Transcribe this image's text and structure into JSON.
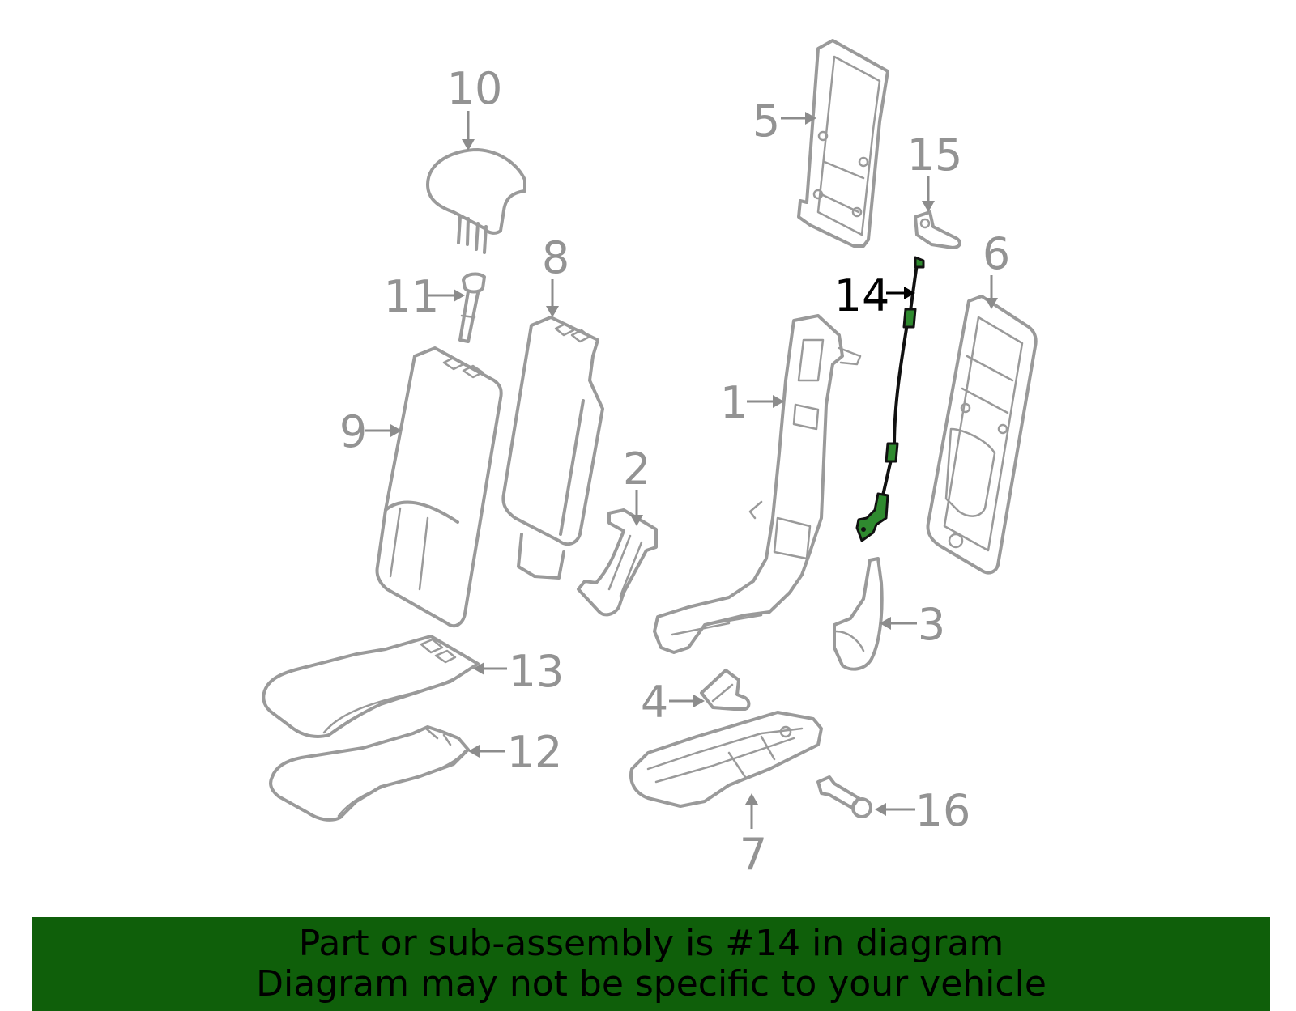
{
  "diagram": {
    "callouts": [
      "1",
      "2",
      "3",
      "4",
      "5",
      "6",
      "7",
      "8",
      "9",
      "10",
      "11",
      "12",
      "13",
      "14",
      "15",
      "16"
    ],
    "highlighted_part": "14"
  },
  "banner": {
    "line1": "Part or sub-assembly is #14 in diagram",
    "line2": "Diagram may not be specific to your vehicle"
  },
  "colors": {
    "banner_bg": "#0f5f0a",
    "part_stroke": "#9a9a9a",
    "highlight_fill": "#2f8a2f",
    "highlight_label": "#000000"
  }
}
